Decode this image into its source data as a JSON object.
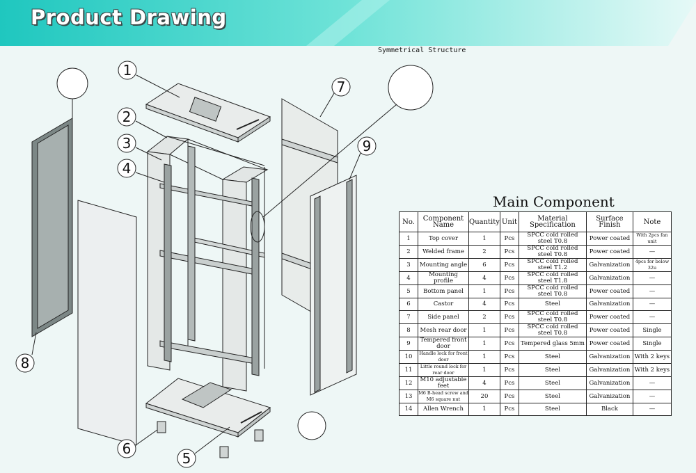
{
  "header": {
    "title": "Product Drawing"
  },
  "drawing": {
    "symmetrical_label": "Symmetrical Structure",
    "callouts": [
      "1",
      "2",
      "3",
      "4",
      "5",
      "6",
      "7",
      "8",
      "9"
    ]
  },
  "table": {
    "title": "Main Component",
    "headers": [
      "No.",
      "Component Name",
      "Quantity",
      "Unit",
      "Material Specification",
      "Surface Finish",
      "Note"
    ],
    "rows": [
      [
        "1",
        "Top cover",
        "1",
        "Pcs",
        "SPCC cold rolled steel T0.8",
        "Power coated",
        "With 2pcs fan unit"
      ],
      [
        "2",
        "Welded frame",
        "2",
        "Pcs",
        "SPCC cold rolled steel T0.8",
        "Power coated",
        "—"
      ],
      [
        "3",
        "Mounting angle",
        "6",
        "Pcs",
        "SPCC cold rolled steel T1.2",
        "Galvanization",
        "4pcs for below 32u"
      ],
      [
        "4",
        "Mounting profile",
        "4",
        "Pcs",
        "SPCC cold rolled steel T1.8",
        "Galvanization",
        "—"
      ],
      [
        "5",
        "Bottom panel",
        "1",
        "Pcs",
        "SPCC cold rolled steel T0.8",
        "Power coated",
        "—"
      ],
      [
        "6",
        "Castor",
        "4",
        "Pcs",
        "Steel",
        "Galvanization",
        "—"
      ],
      [
        "7",
        "Side panel",
        "2",
        "Pcs",
        "SPCC cold rolled steel T0.8",
        "Power coated",
        "—"
      ],
      [
        "8",
        "Mesh rear door",
        "1",
        "Pcs",
        "SPCC cold rolled steel T0.8",
        "Power coated",
        "Single"
      ],
      [
        "9",
        "Tempered front door",
        "1",
        "Pcs",
        "Tempered glass 5mm",
        "Power coated",
        "Single"
      ],
      [
        "10",
        "Handle lock for front door",
        "1",
        "Pcs",
        "Steel",
        "Galvanization",
        "With 2 keys"
      ],
      [
        "11",
        "Little round lock for rear door",
        "1",
        "Pcs",
        "Steel",
        "Galvanization",
        "With 2 keys"
      ],
      [
        "12",
        "M10 adjustable feet",
        "4",
        "Pcs",
        "Steel",
        "Galvanization",
        "—"
      ],
      [
        "13",
        "M6 B-head screw and M6 square nut",
        "20",
        "Pcs",
        "Steel",
        "Galvanization",
        "—"
      ],
      [
        "14",
        "Allen Wrench",
        "1",
        "Pcs",
        "Steel",
        "Black",
        "—"
      ]
    ]
  }
}
